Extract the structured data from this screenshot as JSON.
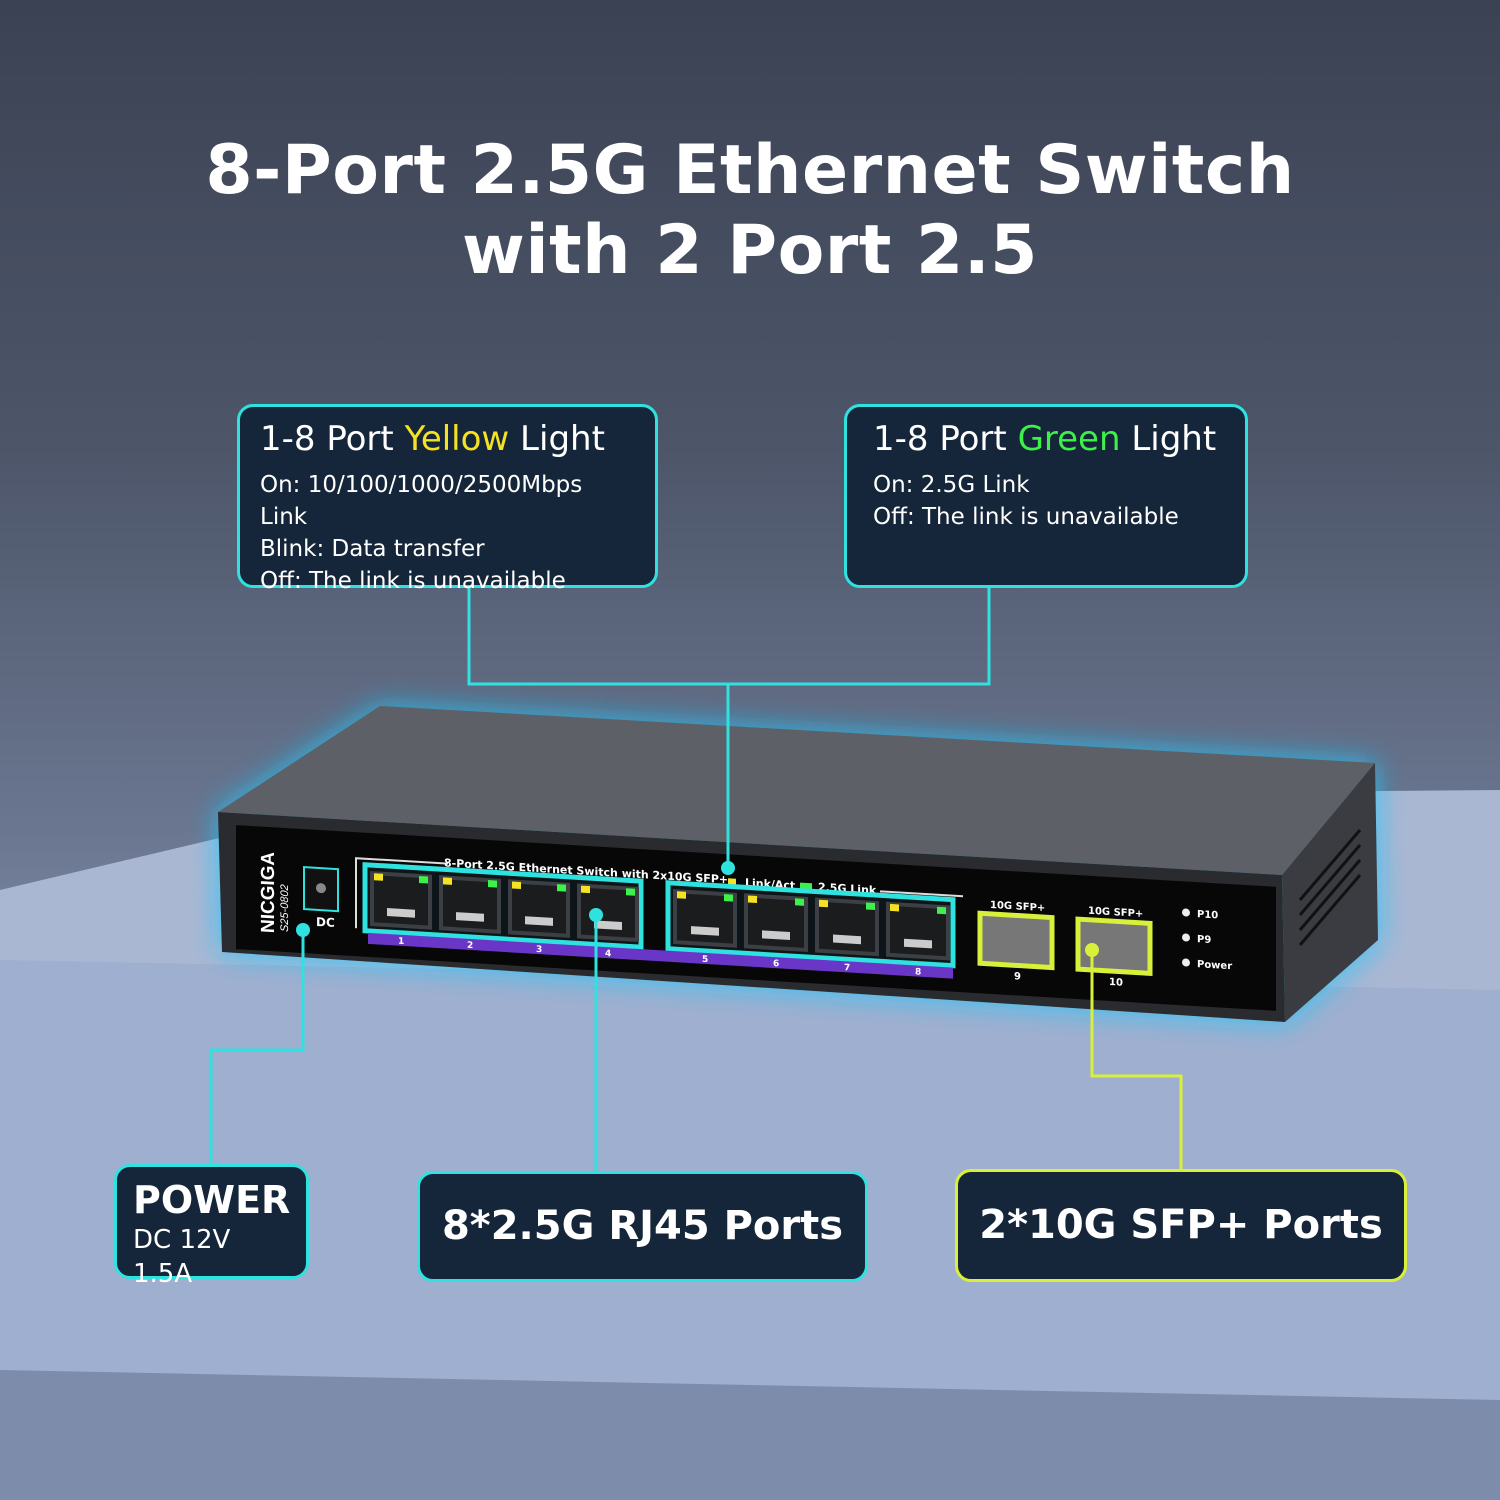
{
  "title": {
    "line1": "8-Port 2.5G Ethernet Switch",
    "line2": "with 2 Port 2.5"
  },
  "callouts": {
    "yellow": {
      "prefix": "1-8 Port ",
      "color_word": "Yellow",
      "suffix": " Light",
      "lines": [
        "On: 10/100/1000/2500Mbps Link",
        "Blink: Data transfer",
        "Off: The link is unavailable"
      ]
    },
    "green": {
      "prefix": "1-8 Port ",
      "color_word": "Green",
      "suffix": " Light",
      "lines": [
        "On: 2.5G Link",
        "Off: The link is unavailable"
      ]
    },
    "power": {
      "title": "POWER",
      "spec": "DC 12V 1.5A"
    },
    "rj45": {
      "label": "8*2.5G RJ45 Ports"
    },
    "sfp": {
      "label": "2*10G SFP+ Ports"
    }
  },
  "device": {
    "brand": "NICGIGA",
    "model": "S25-0802",
    "dc_label": "DC",
    "panel_label": "8-Port 2.5G Ethernet Switch with 2x10G SFP+",
    "legend_link_act": "Link/Act",
    "legend_25g": "2.5G Link",
    "port_numbers": [
      "1",
      "2",
      "3",
      "4",
      "5",
      "6",
      "7",
      "8"
    ],
    "sfp_ports": [
      {
        "label": "10G SFP+",
        "number": "9"
      },
      {
        "label": "10G SFP+",
        "number": "10"
      }
    ],
    "leds": [
      "P10",
      "P9",
      "Power"
    ]
  },
  "colors": {
    "cyan": "#2fe2e0",
    "lime": "#d8f03a",
    "yellow_led": "#f5e222",
    "green_led": "#3ef04a",
    "port_strip": "#6a36c8",
    "box_fill": "#16263a"
  }
}
